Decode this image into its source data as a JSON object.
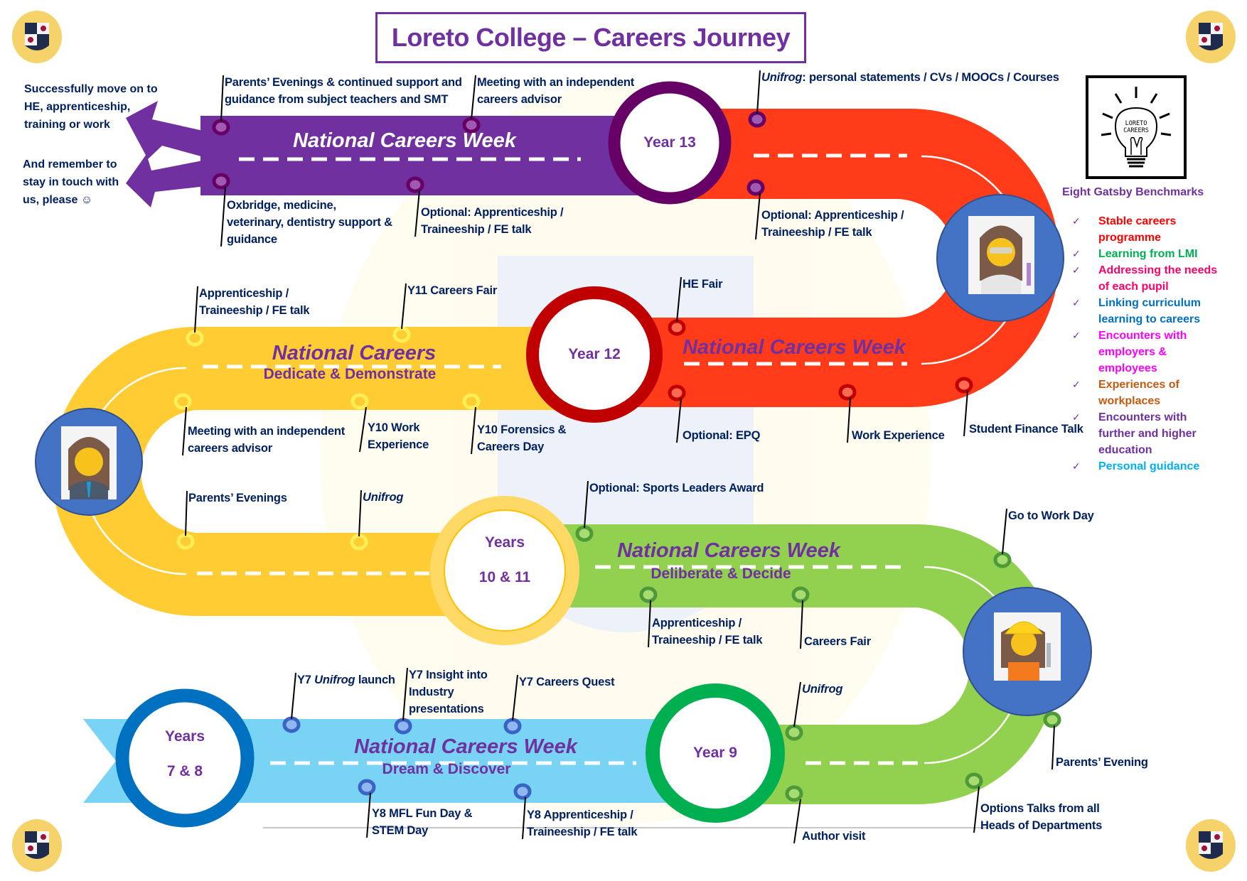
{
  "title": "Loreto College – Careers Journey",
  "colors": {
    "purple": "#7030a0",
    "purple_road": "#7030a0",
    "year13_ring": "#660066",
    "red_road": "#ff3b1a",
    "year12_ring": "#c00000",
    "yellow_road": "#ffcc33",
    "years1011_ring": "#ffd966",
    "green_road": "#92d050",
    "year9_ring": "#00b050",
    "blue_ribbon": "#79d3f5",
    "years78_ring": "#0070c0",
    "person_circle": "#4472c4",
    "label_text": "#002060"
  },
  "exit_notes": [
    "Successfully move on to\nHE, apprenticeship,\ntraining or work",
    "And remember to\nstay in touch with\nus, please ☺"
  ],
  "stages": {
    "year13": {
      "circle_label": "Year 13",
      "road_title": "National Careers Week",
      "events": [
        {
          "text": "Parents’ Evenings & continued support and\nguidance from subject teachers and SMT"
        },
        {
          "text": "Meeting with an independent\ncareers advisor"
        },
        {
          "text": "Oxbridge, medicine,\nveterinary, dentistry support &\nguidance"
        },
        {
          "text": "Optional: Apprenticeship /\nTraineeship / FE talk"
        },
        {
          "italic": "Unifrog",
          "text": ": personal statements / CVs / MOOCs / Courses"
        },
        {
          "text": "Optional: Apprenticeship /\nTraineeship / FE talk"
        }
      ]
    },
    "year12": {
      "circle_label": "Year 12",
      "road_title": "National Careers Week",
      "events": [
        {
          "text": "HE Fair"
        },
        {
          "text": "Optional: EPQ"
        },
        {
          "text": "Work Experience"
        },
        {
          "text": "Student Finance Talk"
        }
      ]
    },
    "years1011": {
      "circle_label_line1": "Years",
      "circle_label_line2": "10 & 11",
      "road_title": "National Careers",
      "road_subtitle": "Dedicate & Demonstrate",
      "events": [
        {
          "text": "Apprenticeship /\nTraineeship / FE talk"
        },
        {
          "text": "Y11 Careers Fair"
        },
        {
          "text": "Meeting with an independent\ncareers advisor"
        },
        {
          "text": "Y10 Work\nExperience"
        },
        {
          "text": "Y10 Forensics &\nCareers Day"
        },
        {
          "text": "Parents’ Evenings"
        },
        {
          "italic": "Unifrog",
          "text": ""
        }
      ]
    },
    "year9": {
      "circle_label": "Year 9",
      "road_title": "National Careers Week",
      "road_subtitle": "Deliberate & Decide",
      "events": [
        {
          "text": "Optional: Sports Leaders Award"
        },
        {
          "text": "Apprenticeship /\nTraineeship / FE talk"
        },
        {
          "text": "Careers Fair"
        },
        {
          "text": "Go to Work Day"
        },
        {
          "italic": "Unifrog",
          "text": ""
        },
        {
          "text": "Author visit"
        },
        {
          "text": "Options Talks from all\nHeads of Departments"
        },
        {
          "text": "Parents’ Evening"
        }
      ]
    },
    "years78": {
      "circle_label_line1": "Years",
      "circle_label_line2": "7 & 8",
      "road_title": "National Careers Week",
      "road_subtitle": "Dream & Discover",
      "events": [
        {
          "prefix": "Y7 ",
          "italic": "Unifrog",
          "text": " launch"
        },
        {
          "text": "Y7 Insight into\nIndustry\npresentations"
        },
        {
          "text": "Y7 Careers Quest"
        },
        {
          "text": "Y8 MFL Fun Day &\nSTEM Day"
        },
        {
          "text": "Y8 Apprenticeship /\nTraineeship / FE talk"
        }
      ]
    }
  },
  "logo": {
    "bulb_text": "LORETO CAREERS"
  },
  "gatsby": {
    "heading": "Eight Gatsby Benchmarks",
    "check_icon": "✓",
    "items": [
      {
        "text": "Stable careers\nprogramme",
        "color": "#ff0000"
      },
      {
        "text": "Learning from LMI",
        "color": "#00b050"
      },
      {
        "text": "Addressing the needs\nof each pupil",
        "color": "#ff0066"
      },
      {
        "text": "Linking curriculum\nlearning to careers",
        "color": "#0070c0"
      },
      {
        "text": "Encounters with\nemployers &\nemployees",
        "color": "#ff00ff"
      },
      {
        "text": "Experiences of\nworkplaces",
        "color": "#c55a11"
      },
      {
        "text": "Encounters with\nfurther and higher\neducation",
        "color": "#7030a0"
      },
      {
        "text": "Personal guidance",
        "color": "#00b0f0"
      }
    ]
  }
}
